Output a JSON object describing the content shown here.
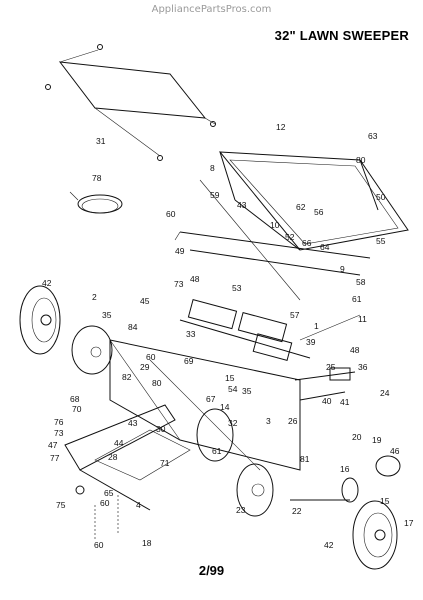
{
  "header": {
    "site": "AppliancePartsPros.com",
    "title": "32\" LAWN SWEEPER"
  },
  "footer": {
    "date": "2/99"
  },
  "callouts": [
    "31",
    "78",
    "12",
    "63",
    "80",
    "8",
    "59",
    "43",
    "60",
    "62",
    "56",
    "52",
    "10",
    "50",
    "49",
    "66",
    "64",
    "55",
    "9",
    "42",
    "2",
    "73",
    "48",
    "45",
    "53",
    "58",
    "61",
    "35",
    "84",
    "57",
    "1",
    "11",
    "33",
    "60",
    "69",
    "39",
    "36",
    "29",
    "82",
    "80",
    "15",
    "25",
    "54",
    "48",
    "70",
    "68",
    "67",
    "14",
    "35",
    "44",
    "43",
    "76",
    "73",
    "47",
    "77",
    "32",
    "30",
    "61",
    "71",
    "28",
    "65",
    "60",
    "75",
    "4",
    "18",
    "60",
    "20",
    "19",
    "46",
    "16",
    "23",
    "81",
    "22",
    "15",
    "17",
    "42",
    "24",
    "40",
    "41",
    "3",
    "26"
  ]
}
